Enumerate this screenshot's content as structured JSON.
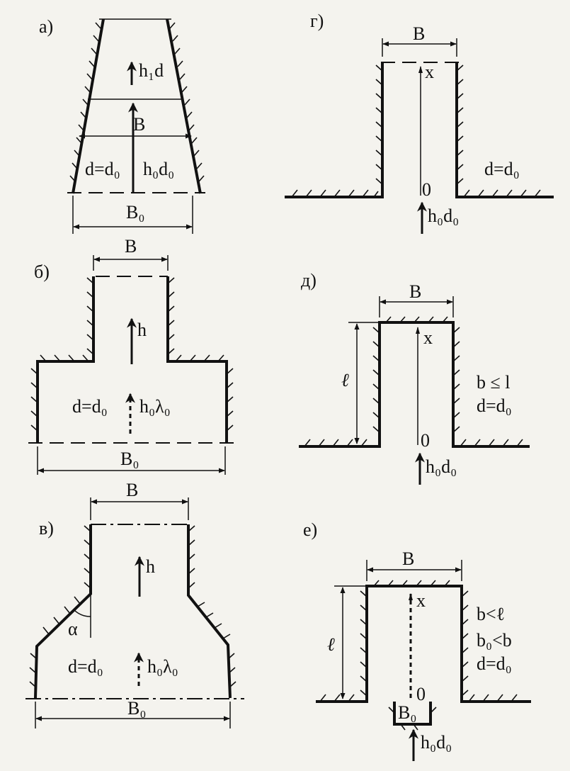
{
  "panels": {
    "a": {
      "label": "а)",
      "labels": {
        "top_flow": "h₁d",
        "width": "B",
        "depth": "d=d₀",
        "flow": "h₀d₀",
        "base_width": "B₀"
      }
    },
    "b": {
      "label": "б)",
      "labels": {
        "width": "B",
        "flow_up": "h",
        "depth": "d=d₀",
        "flow": "h₀λ₀",
        "base_width": "B₀"
      }
    },
    "v": {
      "label": "в)",
      "labels": {
        "width": "B",
        "flow_up": "h",
        "angle": "α",
        "depth": "d=d₀",
        "flow": "h₀λ₀",
        "base_width": "B₀"
      }
    },
    "g": {
      "label": "г)",
      "labels": {
        "width": "B",
        "axis": "x",
        "origin": "0",
        "depth": "d=d₀",
        "flow": "h₀d₀"
      }
    },
    "d": {
      "label": "д)",
      "labels": {
        "width": "B",
        "length": "ℓ",
        "axis": "x",
        "origin": "0",
        "cond1": "b ≤ l",
        "depth": "d=d₀",
        "flow": "h₀d₀"
      }
    },
    "e": {
      "label": "е)",
      "labels": {
        "width": "B",
        "length": "ℓ",
        "axis": "x",
        "origin": "0",
        "cond1": "b<ℓ",
        "cond2": "b₀<b",
        "depth": "d=d₀",
        "base_width": "B₀",
        "flow": "h₀d₀"
      }
    }
  }
}
